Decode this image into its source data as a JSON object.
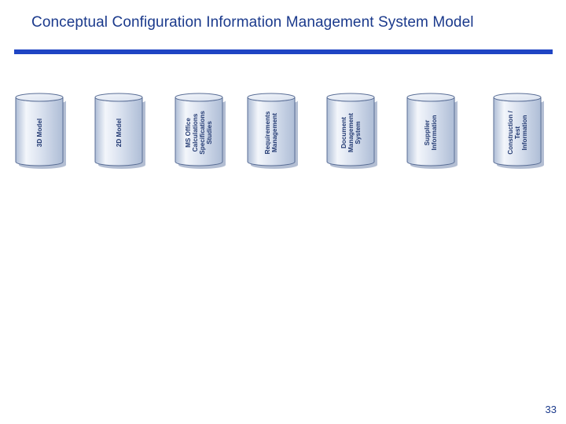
{
  "slide": {
    "title": "Conceptual Configuration Information Management System Model",
    "page_number": "33"
  },
  "colors": {
    "title": "#1b3a8c",
    "rule": "#1f45c4",
    "cylinder_body_light": "#f3f6fb",
    "cylinder_body_mid": "#d8e0ee",
    "cylinder_body_dark": "#aebdd6",
    "cylinder_outline": "#5a6e96",
    "cylinder_shadow": "#9aa8c4",
    "label_text": "#243b73"
  },
  "repositories": [
    {
      "label": "3D Model"
    },
    {
      "label": "2D Model"
    },
    {
      "label": "MS Office\nCalculations\nSpecifications\nStudies"
    },
    {
      "label": "Requirements\nManagement"
    },
    {
      "label": "Document\nManagement\nSystem"
    },
    {
      "label": "Supplier\nInformation"
    },
    {
      "label": "Construction /\nTest\nInformation"
    }
  ]
}
